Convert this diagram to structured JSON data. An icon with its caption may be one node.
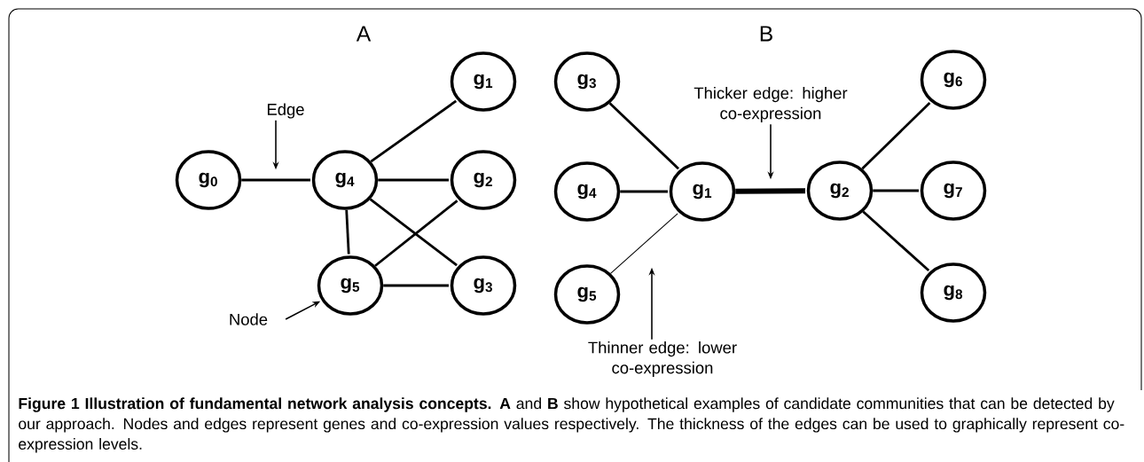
{
  "diagram": {
    "caption": "**Figure 1 Illustration of fundamental network analysis concepts.** **A** and **B** show hypothetical examples of candidate communities that can be detected by our approach. Nodes and edges represent genes and co-expression values respectively. The thickness of the edges can be used to graphically represent co-expression levels.",
    "nodes": [
      {
        "text": [
          "g$_{0}$"
        ]
      },
      {
        "text": [
          "g$_{1}$"
        ]
      },
      {
        "text": [
          "g$_{2}$"
        ]
      },
      {
        "text": [
          "g$_{3}$"
        ]
      },
      {
        "text": [
          "g$_{4}$"
        ]
      },
      {
        "text": [
          "g$_{5}$"
        ]
      },
      {
        "text": [
          "g$_{3}$"
        ]
      },
      {
        "text": [
          "g$_{4}$"
        ]
      },
      {
        "text": [
          "g$_{5}$"
        ]
      },
      {
        "text": [
          "g$_{1}$"
        ]
      },
      {
        "text": [
          "g$_{2}$"
        ]
      },
      {
        "text": [
          "g$_{6}$"
        ]
      },
      {
        "text": [
          "g$_{7}$"
        ]
      },
      {
        "text": [
          "g$_{8}$"
        ]
      },
      {
        "text": [
          "Edge"
        ]
      },
      {
        "text": [
          "Node"
        ]
      },
      {
        "text": [
          "Thicker edge: higher co-expression"
        ]
      },
      {
        "text": [
          "Thinner edge: lower co-expression"
        ]
      }
    ],
    "edges": [
      {
        "from": 0,
        "to": 4,
        "arrow": "none"
      },
      {
        "from": 4,
        "to": 1,
        "arrow": "none"
      },
      {
        "from": 4,
        "to": 2,
        "arrow": "none"
      },
      {
        "from": 4,
        "to": 5,
        "arrow": "none"
      },
      {
        "from": 4,
        "to": 3,
        "arrow": "none"
      },
      {
        "from": 5,
        "to": 2,
        "arrow": "none"
      },
      {
        "from": 5,
        "to": 3,
        "arrow": "none"
      },
      {
        "from": 6,
        "to": 9,
        "arrow": "none"
      },
      {
        "from": 7,
        "to": 9,
        "arrow": "none"
      },
      {
        "from": 8,
        "to": 9,
        "arrow": "none"
      },
      {
        "from": 9,
        "to": 10,
        "arrow": "none",
        "style": "thick"
      },
      {
        "from": 10,
        "to": 11,
        "arrow": "none"
      },
      {
        "from": 10,
        "to": 12,
        "arrow": "none"
      },
      {
        "from": 10,
        "to": 13,
        "arrow": "none"
      },
      {
        "from": 14,
        "to": null,
        "arrow": "to"
      },
      {
        "from": 15,
        "to": 5,
        "arrow": "to"
      },
      {
        "from": 16,
        "to": null,
        "arrow": "to"
      },
      {
        "from": 17,
        "to": null,
        "arrow": "to"
      }
    ],
    "labels": [
      "A",
      "B"
    ]
  }
}
